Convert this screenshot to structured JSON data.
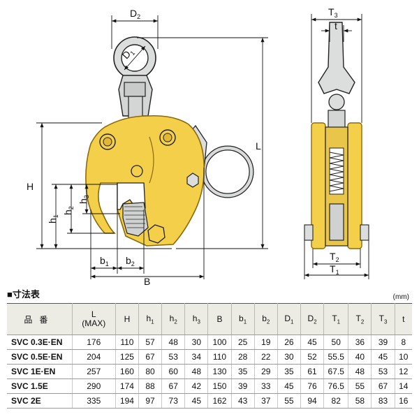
{
  "drawing": {
    "dimension_labels": {
      "D2": "D2",
      "D1": "D1",
      "L": "L",
      "H": "H",
      "h1": "h1",
      "h2": "h2",
      "h3": "h3",
      "b1": "b1",
      "b2": "b2",
      "B": "B",
      "T3": "T3",
      "t": "t",
      "T2": "T2",
      "T1": "T1"
    },
    "colors": {
      "body": "#f4cf4a",
      "body_edge": "#b38a12",
      "steel": "#d9dbda",
      "line": "#1a1a1a"
    }
  },
  "section": {
    "title": "■寸法表",
    "unit": "(mm)"
  },
  "table": {
    "headers": [
      "品番",
      "L\n(MAX)",
      "H",
      "h1",
      "h2",
      "h3",
      "B",
      "b1",
      "b2",
      "D1",
      "D2",
      "T1",
      "T2",
      "T3",
      "t"
    ],
    "rows": [
      [
        "SVC 0.3E·EN",
        "176",
        "110",
        "57",
        "48",
        "30",
        "100",
        "25",
        "19",
        "26",
        "45",
        "50",
        "36",
        "39",
        "8"
      ],
      [
        "SVC 0.5E·EN",
        "204",
        "125",
        "67",
        "53",
        "34",
        "110",
        "28",
        "22",
        "30",
        "52",
        "55.5",
        "40",
        "45",
        "10"
      ],
      [
        "SVC 1E·EN",
        "257",
        "160",
        "80",
        "60",
        "48",
        "130",
        "35",
        "29",
        "35",
        "61",
        "67.5",
        "48",
        "53",
        "12"
      ],
      [
        "SVC 1.5E",
        "290",
        "174",
        "88",
        "67",
        "42",
        "150",
        "39",
        "33",
        "45",
        "76",
        "76.5",
        "55",
        "67",
        "14"
      ],
      [
        "SVC 2E",
        "335",
        "194",
        "97",
        "73",
        "45",
        "162",
        "43",
        "37",
        "55",
        "94",
        "82",
        "58",
        "83",
        "16"
      ]
    ]
  }
}
